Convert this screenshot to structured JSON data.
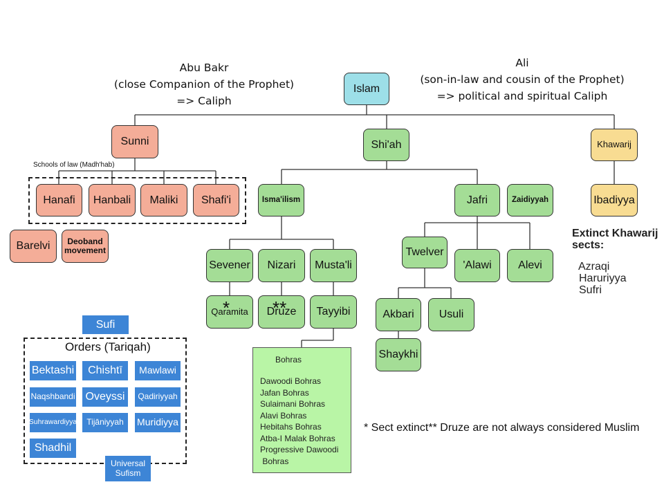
{
  "captions": {
    "abu_bakr": [
      "Abu Bakr",
      "(close Companion of the Prophet)",
      "=> Caliph"
    ],
    "ali": [
      "Ali",
      "(son-in-law and cousin of the Prophet)",
      "=> political and spiritual Caliph"
    ]
  },
  "nodes": {
    "islam": "Islam",
    "sunni": "Sunni",
    "shiah": "Shi'ah",
    "khawarij": "Khawarij",
    "hanafi": "Hanafi",
    "hanbali": "Hanbali",
    "maliki": "Maliki",
    "shafii": "Shafi'i",
    "barelvi": "Barelvi",
    "deoband": "Deoband movement",
    "ismailism": "Isma'ilism",
    "jafri": "Jafri",
    "zaidiyyah": "Zaidiyyah",
    "ibadiyya": "Ibadiyya",
    "sevener": "Sevener",
    "nizari": "Nizari",
    "mustali": "Musta'li",
    "twelver": "Twelver",
    "alawi": "'Alawi",
    "alevi": "Alevi",
    "qaramita": "Qaramita",
    "druze": "Druze",
    "tayyibi": "Tayyibi",
    "akbari": "Akbari",
    "usuli": "Usuli",
    "shaykhi": "Shaykhi"
  },
  "schools_label": "Schools of law (Madh'hab)",
  "markers": {
    "single": "*",
    "double": "**"
  },
  "extinct_khawarij": {
    "title": [
      "Extinct Khawarij",
      "sects:"
    ],
    "items": [
      "Azraqi",
      "Haruriyya",
      "Sufri"
    ]
  },
  "bohras": {
    "title": "Bohras",
    "items": [
      "Dawoodi Bohras",
      "Jafan Bohras",
      "Sulaimani Bohras",
      "Alavi Bohras",
      "Hebitahs Bohras",
      "Atba-I Malak Bohras",
      "Progressive Dawoodi",
      " Bohras"
    ]
  },
  "footnote": "* Sect extinct** Druze are not always considered Muslim",
  "sufi": {
    "title": "Sufi",
    "orders_label": "Orders (Tariqah)",
    "orders": [
      "Bektashi",
      "Chishtī",
      "Mawlawi",
      "Naqshbandi",
      "Oveyssi",
      "Qadiriyyah",
      "Suhrawardiyya",
      "Tijāniyyah",
      "Muridiyya",
      "Shadhil"
    ],
    "universal": "Universal Sufism"
  },
  "colors": {
    "root": "#9ddfe8",
    "sunni": "#f4ad98",
    "shia": "#a4dd96",
    "khawarij": "#f8dc92",
    "sufi": "#3d85d6",
    "bohras_box": "#b9f5a6"
  }
}
